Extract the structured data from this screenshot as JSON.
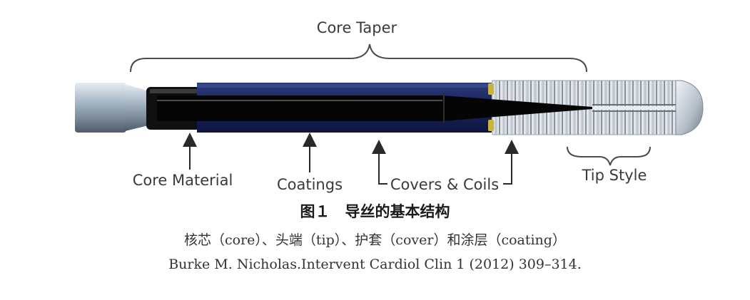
{
  "labels": {
    "core_taper": "Core Taper",
    "core_material": "Core Material",
    "coatings": "Coatings",
    "covers_coils": "Covers & Coils",
    "tip_style": "Tip Style"
  },
  "caption": {
    "title": "图１　导丝的基本结构",
    "subtitle": "核芯（core）、头端（tip）、护套（cover）和涂层（coating）",
    "citation": "Burke M. Nicholas.Intervent Cardiol Clin 1 (2012) 309–314."
  },
  "colors": {
    "coating_blue": "#1d2a63",
    "core_black": "#0d0d0d",
    "steel": "#aab6c2",
    "coil": "#c9ced4",
    "label_text": "#3a3a3a",
    "gold_marker": "#c9b53a"
  }
}
